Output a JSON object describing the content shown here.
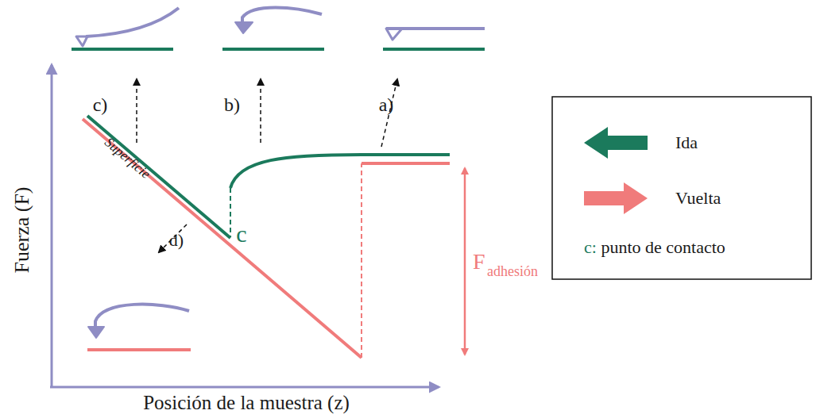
{
  "diagram": {
    "labels": [
      "c)",
      "b)",
      "a)",
      "c",
      "Superficie",
      "d)",
      "F",
      "adhesión",
      "Fuerza (F)",
      "Posición de la muestra (z)"
    ],
    "legend": [
      {
        "text": "Ida",
        "color": "#1b7a5c"
      },
      {
        "text": "Vuelta",
        "color": "#f07b7b"
      },
      {
        "text": "c: punto de contacto"
      }
    ]
  }
}
